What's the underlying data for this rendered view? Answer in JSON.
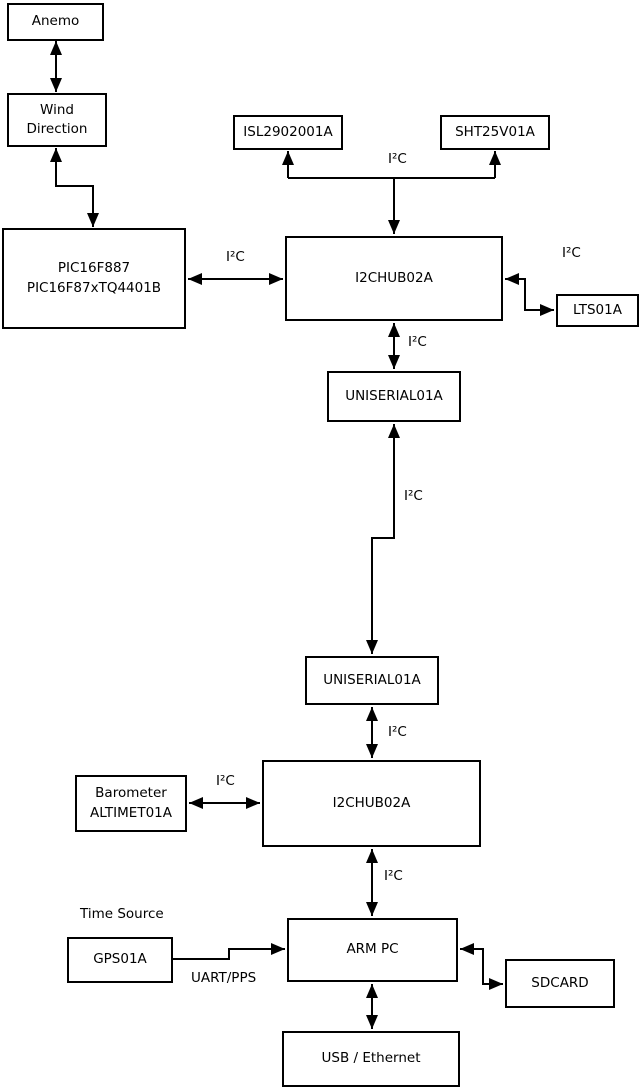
{
  "colors": {
    "background": "#ffffff",
    "stroke": "#000000",
    "text": "#000000"
  },
  "nodes": {
    "anemo": {
      "label": "Anemo"
    },
    "wind": {
      "line1": "Wind",
      "line2": "Direction"
    },
    "pic": {
      "line1": "PIC16F887",
      "line2": "PIC16F87xTQ4401B"
    },
    "isl": {
      "label": "ISL2902001A"
    },
    "sht": {
      "label": "SHT25V01A"
    },
    "i2chub1": {
      "label": "I2CHUB02A"
    },
    "lts": {
      "label": "LTS01A"
    },
    "uniserial1": {
      "label": "UNISERIAL01A"
    },
    "uniserial2": {
      "label": "UNISERIAL01A"
    },
    "i2chub2": {
      "label": "I2CHUB02A"
    },
    "barometer": {
      "line1": "Barometer",
      "line2": "ALTIMET01A"
    },
    "gps": {
      "label": "GPS01A"
    },
    "armpc": {
      "label": "ARM PC"
    },
    "sdcard": {
      "label": "SDCARD"
    },
    "usb": {
      "label": "USB / Ethernet"
    }
  },
  "labels": {
    "i2c_sensor_bus": "I²C",
    "i2c_pic_hub": "I²C",
    "i2c_hub_lts": "I²C",
    "i2c_hub_uniserial": "I²C",
    "i2c_uniserial_link": "I²C",
    "i2c_uniserial_hub2": "I²C",
    "i2c_baro_hub": "I²C",
    "i2c_hub2_armpc": "I²C",
    "time_source": "Time Source",
    "uart_pps": "UART/PPS"
  },
  "edges": [
    {
      "from": "anemo",
      "to": "wind",
      "heads": "both",
      "label": ""
    },
    {
      "from": "wind",
      "to": "pic",
      "heads": "both",
      "label": ""
    },
    {
      "from": "i2chub1",
      "to": "isl",
      "heads": "end",
      "label": "I²C"
    },
    {
      "from": "i2chub1",
      "to": "sht",
      "heads": "end",
      "label": "I²C"
    },
    {
      "from": "pic",
      "to": "i2chub1",
      "heads": "both",
      "label": "I²C"
    },
    {
      "from": "i2chub1",
      "to": "lts",
      "heads": "both",
      "label": "I²C"
    },
    {
      "from": "i2chub1",
      "to": "uniserial1",
      "heads": "both",
      "label": "I²C"
    },
    {
      "from": "uniserial1",
      "to": "uniserial2",
      "heads": "both",
      "label": "I²C"
    },
    {
      "from": "uniserial2",
      "to": "i2chub2",
      "heads": "both",
      "label": "I²C"
    },
    {
      "from": "barometer",
      "to": "i2chub2",
      "heads": "both",
      "label": "I²C"
    },
    {
      "from": "i2chub2",
      "to": "armpc",
      "heads": "both",
      "label": "I²C"
    },
    {
      "from": "gps",
      "to": "armpc",
      "heads": "end",
      "label": "UART/PPS"
    },
    {
      "from": "armpc",
      "to": "sdcard",
      "heads": "both",
      "label": ""
    },
    {
      "from": "armpc",
      "to": "usb",
      "heads": "both",
      "label": ""
    }
  ]
}
